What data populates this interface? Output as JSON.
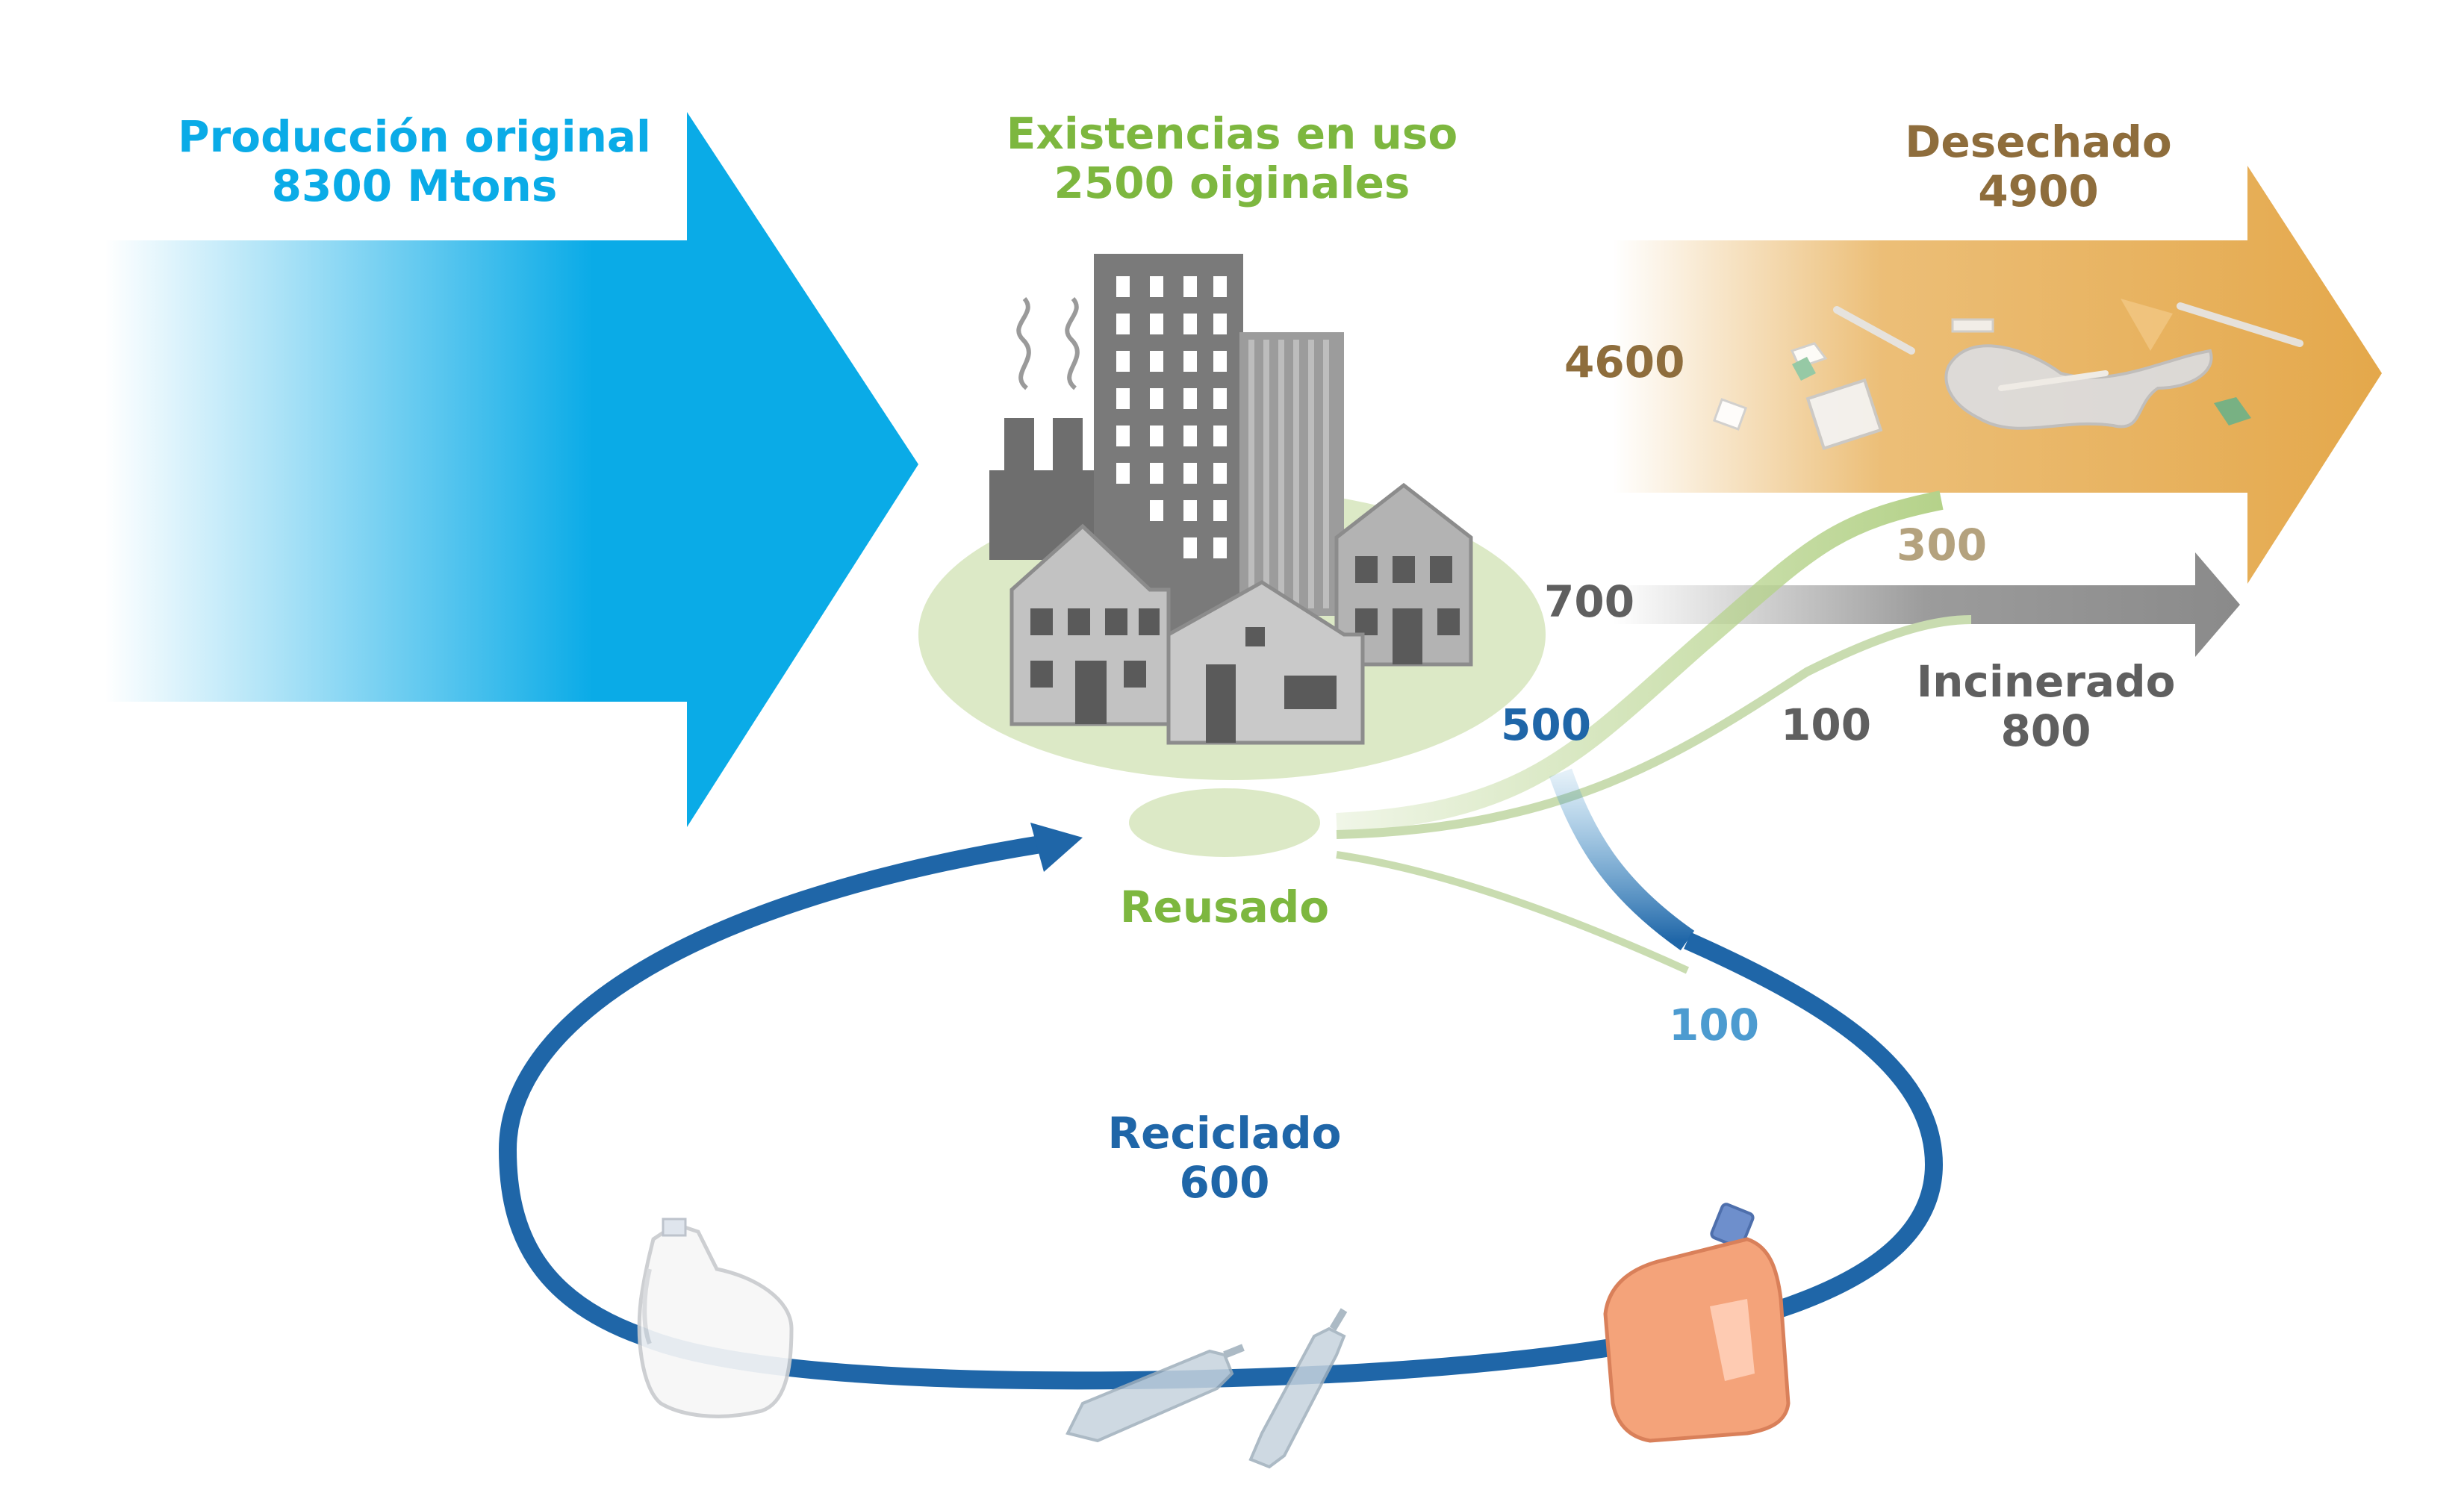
{
  "colors": {
    "production": "#0AABE7",
    "stock": "#7DB73F",
    "discarded": "#8E6D3C",
    "incinerated": "#5F5F5F",
    "recycled": "#1F66A8",
    "recycled_light": "#4C9BD0",
    "discard_pale": "#B4A27E"
  },
  "labels": {
    "production_title": "Producción original",
    "production_value": "8300 Mtons",
    "stock_title": "Existencias en uso",
    "stock_value": "2500 oiginales",
    "discarded_title": "Desechado",
    "discarded_value": "4900",
    "incinerated_title": "Incinerado",
    "incinerated_value": "800",
    "reused": "Reusado",
    "recycled_title": "Reciclado",
    "recycled_value": "600"
  },
  "flows": {
    "stock_to_discarded": "4600",
    "recycled_to_discarded": "300",
    "stock_to_incinerated": "700",
    "recycled_to_incinerated": "100",
    "to_recycling": "500",
    "recycled_discarded_loss": "100"
  },
  "icons": [
    "city-icon",
    "factory-icon",
    "plastic-debris-icon",
    "milk-jug-icon",
    "plastic-bottle-icon",
    "detergent-bottle-icon"
  ]
}
